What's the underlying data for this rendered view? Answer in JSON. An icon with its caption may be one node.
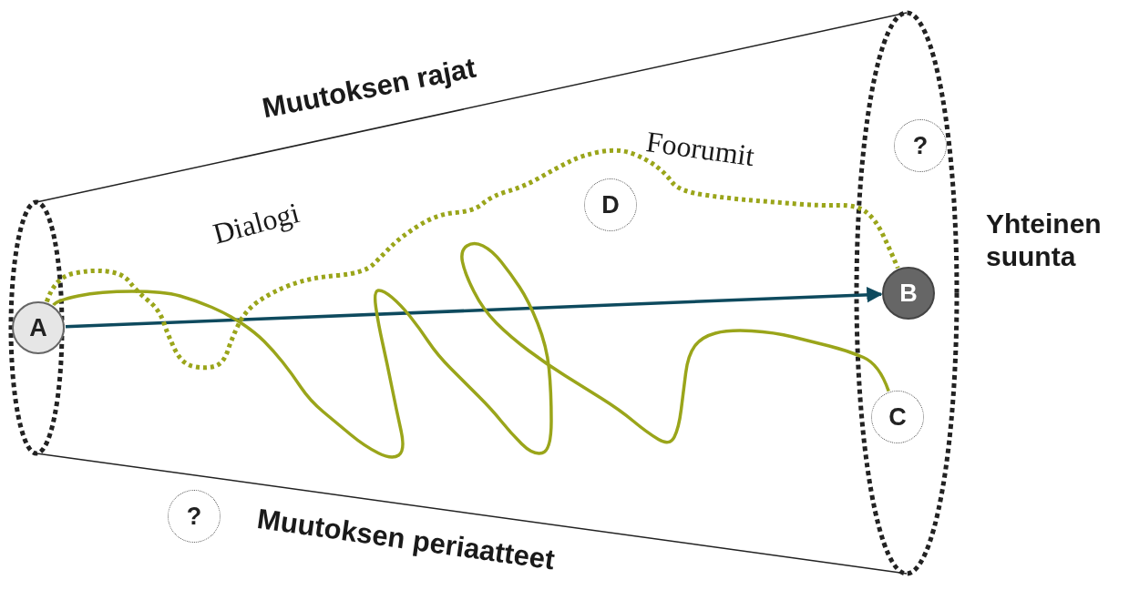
{
  "diagram": {
    "nodes": [
      {
        "text": [
          "?"
        ]
      },
      {
        "text": [
          "D"
        ]
      },
      {
        "text": [
          "B"
        ]
      },
      {
        "text": [
          "A"
        ]
      },
      {
        "text": [
          "C"
        ]
      },
      {
        "text": [
          "?"
        ]
      }
    ],
    "edges": [
      {
        "from": 3,
        "to": 2,
        "arrow": "to",
        "color": "#0e4a5e"
      },
      {
        "from": 3,
        "to": 2,
        "arrow": "none",
        "style": "dashed",
        "color": "#9aa51a"
      },
      {
        "from": 3,
        "to": 4,
        "arrow": "none",
        "color": "#9aa51a"
      }
    ],
    "labels": [
      "Muutoksen rajat",
      "Foorumit",
      "Dialogi",
      "Yhteinen suunta",
      "Muutoksen periaatteet"
    ]
  }
}
